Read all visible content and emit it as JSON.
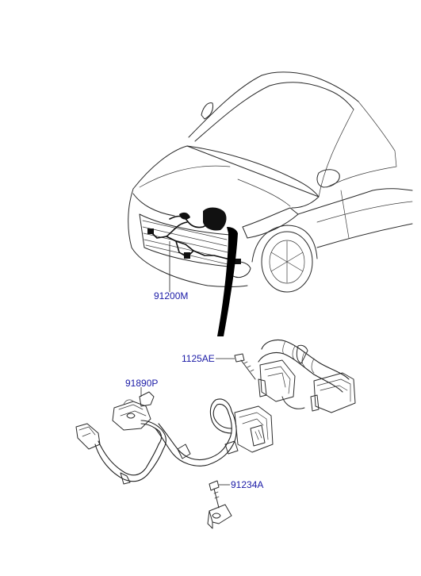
{
  "labels": {
    "harness_assy": "91200M",
    "bolt": "1125AE",
    "cable_assy": "91890P",
    "bracket": "91234A"
  },
  "colors": {
    "label_text": "#1a1aa6",
    "line_art": "#222222",
    "background": "#ffffff"
  }
}
